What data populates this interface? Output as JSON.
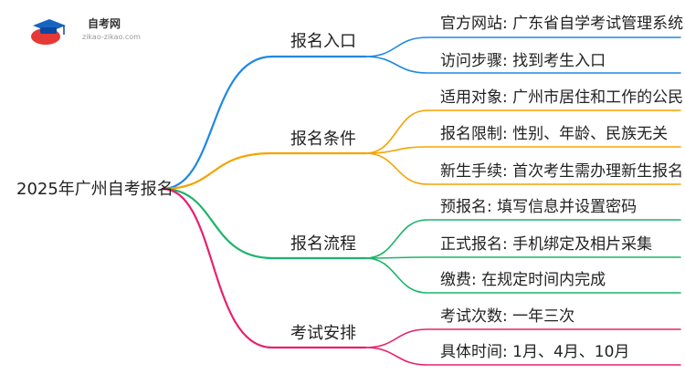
{
  "logo": {
    "name": "自考网",
    "url": "zikao-zikao.com"
  },
  "root": {
    "label": "2025年广州自考报名"
  },
  "branches": [
    {
      "label": "报名入口",
      "color": "#1e88e5",
      "leaves": [
        "官方网站: 广东省自学考试管理系统",
        "访问步骤: 找到考生入口"
      ]
    },
    {
      "label": "报名条件",
      "color": "#f5a300",
      "leaves": [
        "适用对象: 广州市居住和工作的公民",
        "报名限制: 性别、年龄、民族无关",
        "新生手续: 首次考生需办理新生报名"
      ]
    },
    {
      "label": "报名流程",
      "color": "#1db46a",
      "leaves": [
        "预报名: 填写信息并设置密码",
        "正式报名: 手机绑定及相片采集",
        "缴费: 在规定时间内完成"
      ]
    },
    {
      "label": "考试安排",
      "color": "#e8206f",
      "leaves": [
        "考试次数: 一年三次",
        "具体时间: 1月、4月、10月"
      ]
    }
  ]
}
